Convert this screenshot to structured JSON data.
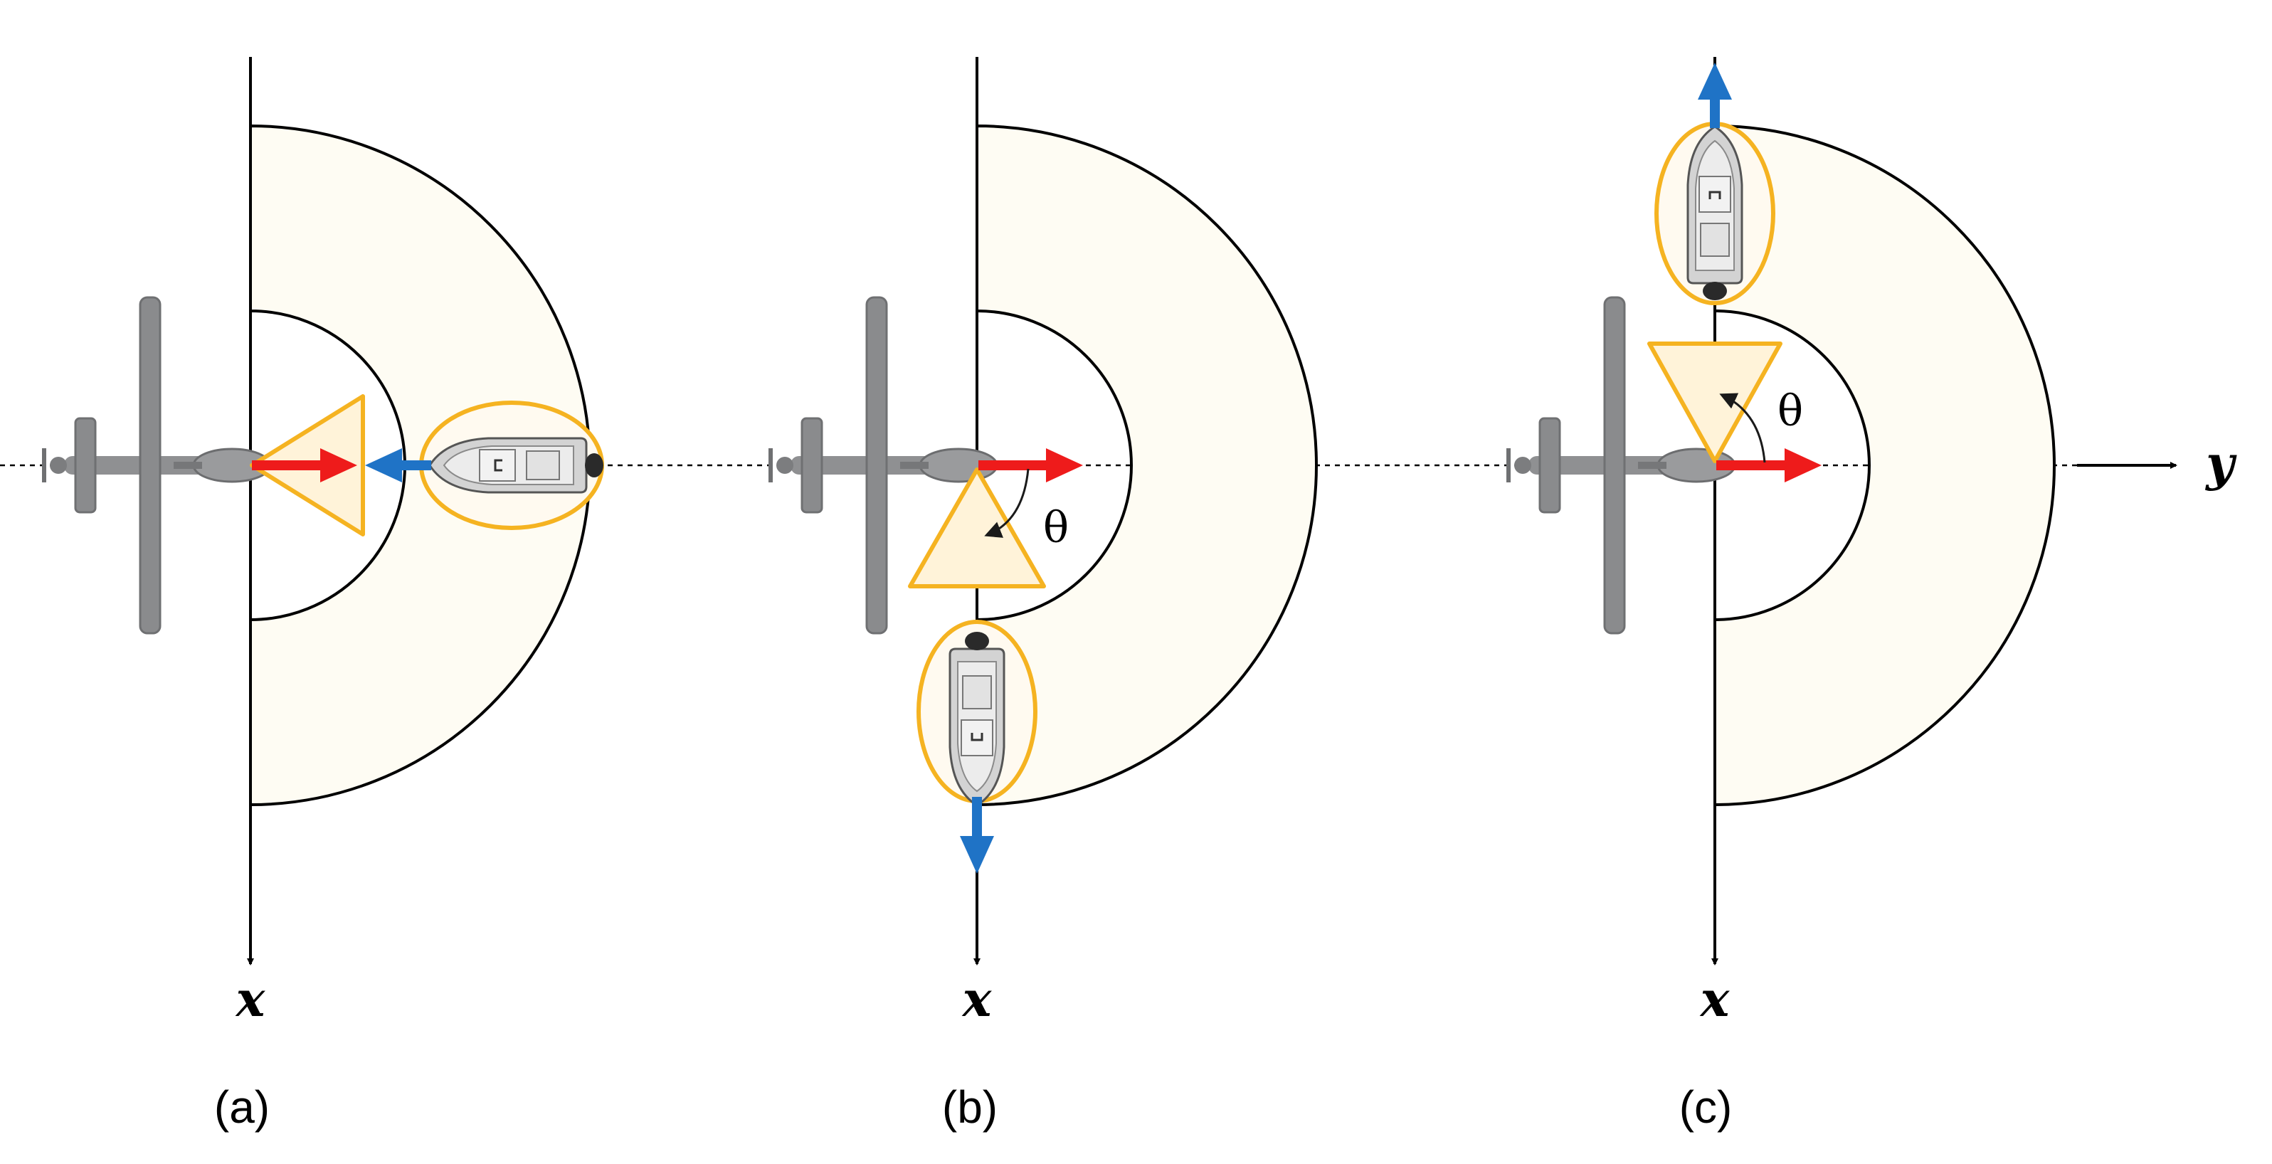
{
  "panels": [
    {
      "caption": "(a)",
      "x_axis_label": "x",
      "theta_label": ""
    },
    {
      "caption": "(b)",
      "x_axis_label": "x",
      "theta_label": "θ"
    },
    {
      "caption": "(c)",
      "x_axis_label": "x",
      "theta_label": "θ"
    }
  ],
  "y_axis_label": "y",
  "colors": {
    "ring_fill": "#fefcf3",
    "ring_stroke": "#000000",
    "highlight": "#f5b321",
    "triangle_fill": "#fff3d9",
    "aircraft_velocity_arrow": "#ee1b1b",
    "boat_velocity_arrow": "#1f73c6",
    "airplane_body": "#8f9092",
    "boat_body": "#cfcfcf"
  },
  "icons": [
    "airplane-icon",
    "boat-icon"
  ]
}
